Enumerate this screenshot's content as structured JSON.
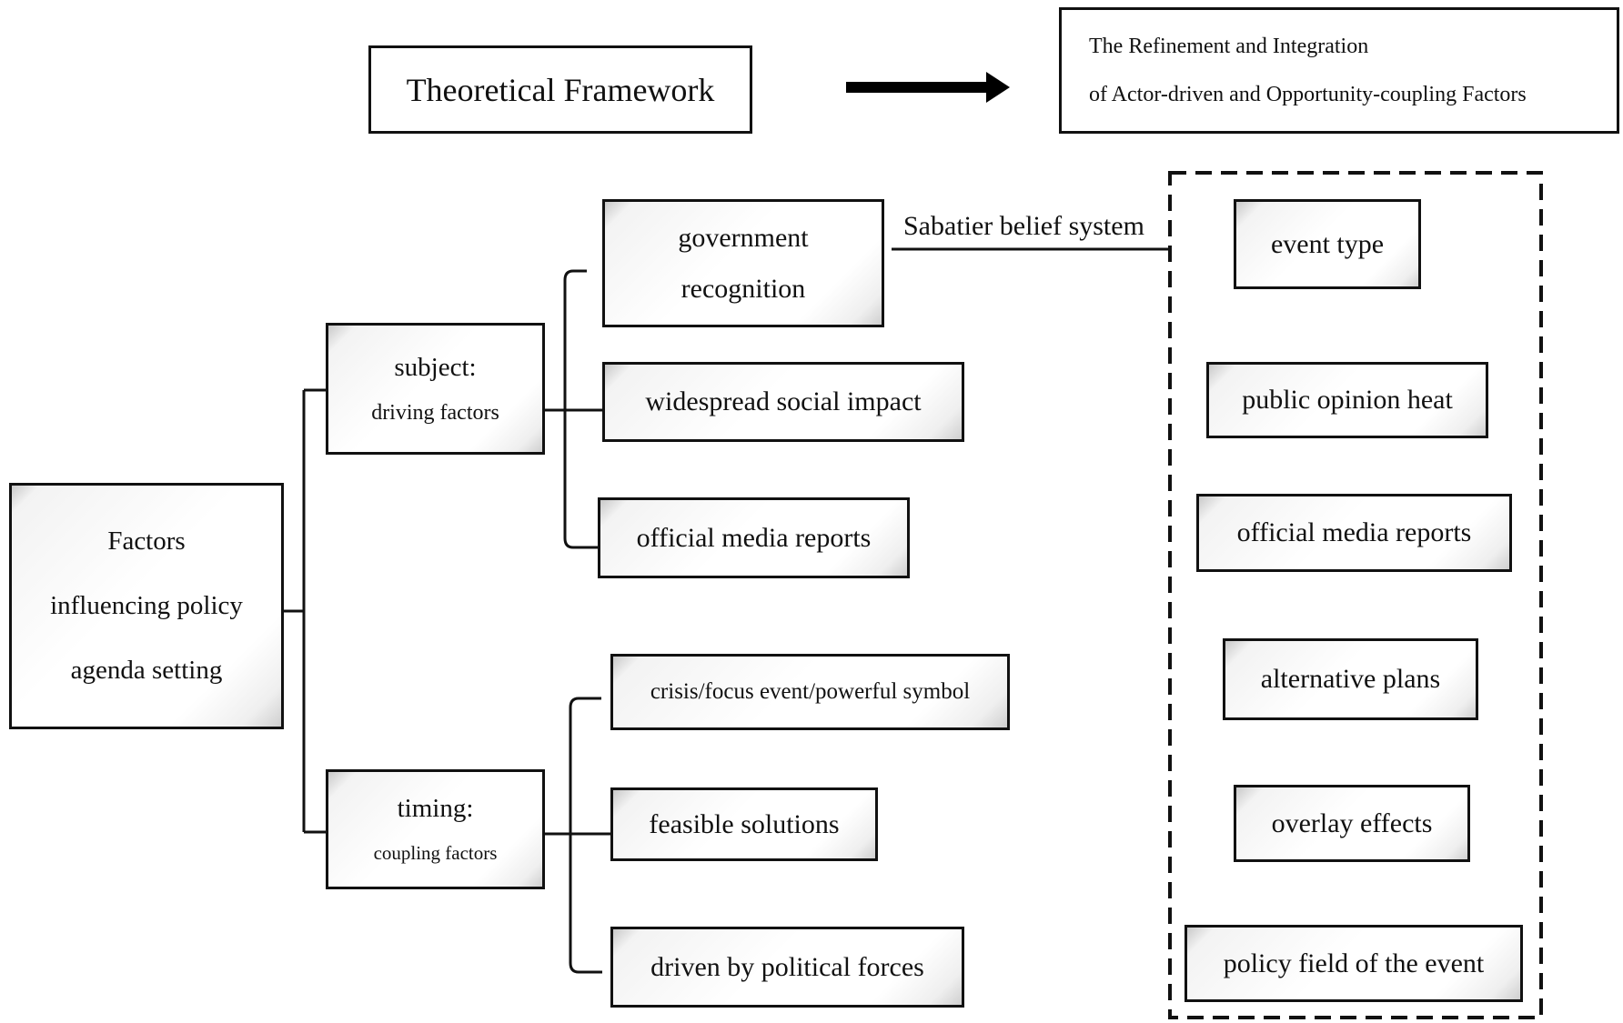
{
  "header": {
    "left_title": "Theoretical Framework",
    "right_line1": "The Refinement and Integration",
    "right_line2": "of Actor-driven and Opportunity-coupling Factors"
  },
  "root": {
    "line1": "Factors",
    "line2": "influencing policy",
    "line3": "agenda setting"
  },
  "subject": {
    "title": "subject:",
    "subtitle": "driving factors"
  },
  "timing": {
    "title": "timing:",
    "subtitle": "coupling factors"
  },
  "subject_items": {
    "gov_line1": "government",
    "gov_line2": "recognition",
    "social": "widespread social impact",
    "media": "official media reports"
  },
  "timing_items": {
    "crisis": "crisis/focus event/powerful symbol",
    "solutions": "feasible solutions",
    "political": "driven by political forces"
  },
  "connector_label": "Sabatier belief system",
  "refined": {
    "event_type": "event type",
    "opinion": "public opinion heat",
    "media": "official media reports",
    "plans": "alternative plans",
    "overlay": "overlay effects",
    "policy_field": "policy field of the event"
  }
}
